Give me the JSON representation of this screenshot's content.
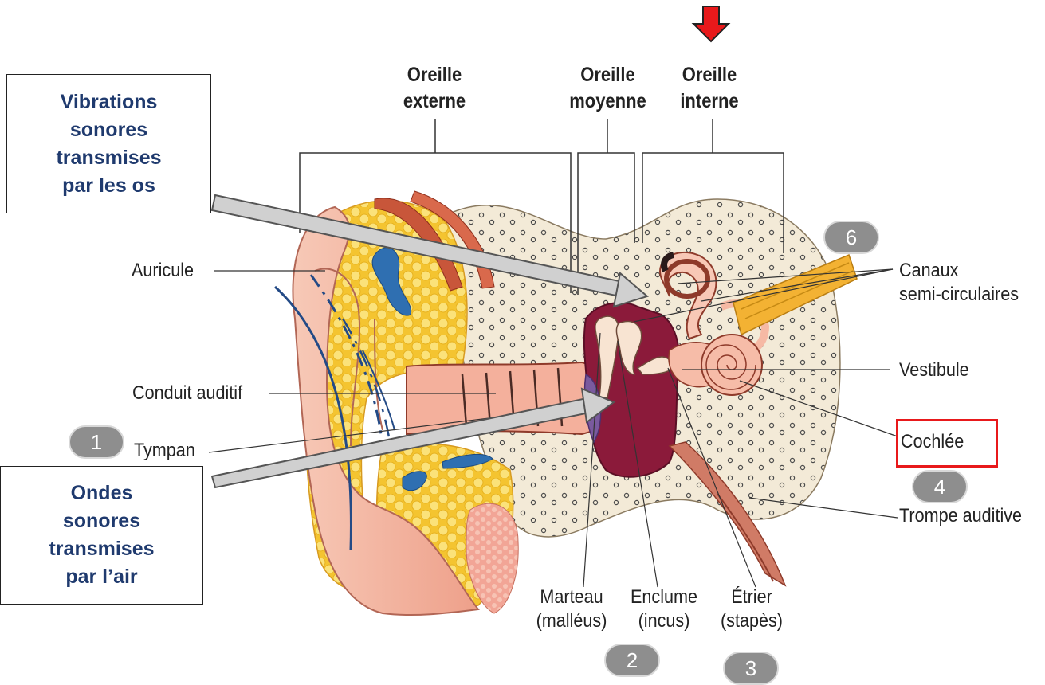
{
  "headers": {
    "externe_l1": "Oreille",
    "externe_l2": "externe",
    "moyenne_l1": "Oreille",
    "moyenne_l2": "moyenne",
    "interne_l1": "Oreille",
    "interne_l2": "interne"
  },
  "boxes": {
    "bone_l1": "Vibrations",
    "bone_l2": "sonores",
    "bone_l3": "transmises",
    "bone_l4": "par les os",
    "air_l1": "Ondes",
    "air_l2": "sonores",
    "air_l3": "transmises",
    "air_l4": "par l’air"
  },
  "labels": {
    "auricule": "Auricule",
    "conduit": "Conduit auditif",
    "tympan": "Tympan",
    "canaux_l1": "Canaux",
    "canaux_l2": "semi-circulaires",
    "vestibule": "Vestibule",
    "cochlee": "Cochlée",
    "trompe": "Trompe auditive",
    "marteau_l1": "Marteau",
    "marteau_l2": "(malléus)",
    "enclume_l1": "Enclume",
    "enclume_l2": "(incus)",
    "etrier_l1": "Étrier",
    "etrier_l2": "(stapès)"
  },
  "badges": {
    "b1": "1",
    "b2": "2",
    "b3": "3",
    "b4": "4",
    "b6": "6"
  },
  "colors": {
    "arrow_red": "#e8191b",
    "highlight_red": "#e8191b",
    "box_text": "#1f3a6e",
    "badge_fill": "#8e8e8e",
    "skin": "#f2b4a0",
    "bone": "#f3ead7",
    "fat": "#f7d54a",
    "cavity": "#8b1a3a"
  }
}
